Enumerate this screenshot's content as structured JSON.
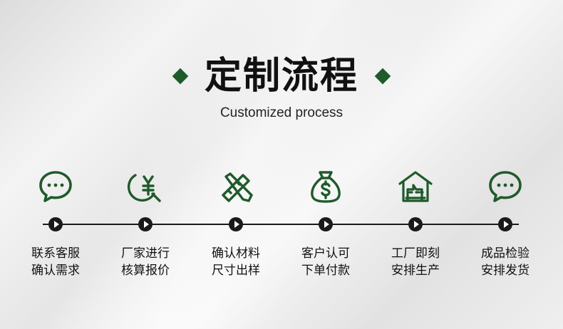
{
  "header": {
    "title": "定制流程",
    "subtitle": "Customized process"
  },
  "steps": [
    {
      "icon": "chat-bubble-icon",
      "line1": "联系客服",
      "line2": "确认需求"
    },
    {
      "icon": "yen-search-icon",
      "line1": "厂家进行",
      "line2": "核算报价"
    },
    {
      "icon": "ruler-pencil-icon",
      "line1": "确认材料",
      "line2": "尺寸出样"
    },
    {
      "icon": "money-bag-icon",
      "line1": "客户认可",
      "line2": "下单付款"
    },
    {
      "icon": "factory-icon",
      "line1": "工厂即刻",
      "line2": "安排生产"
    },
    {
      "icon": "chat-bubble-icon",
      "line1": "成品检验",
      "line2": "安排发货"
    }
  ],
  "colors": {
    "accent": "#1f5a2a",
    "text": "#111111",
    "line": "#1a1a1a"
  }
}
